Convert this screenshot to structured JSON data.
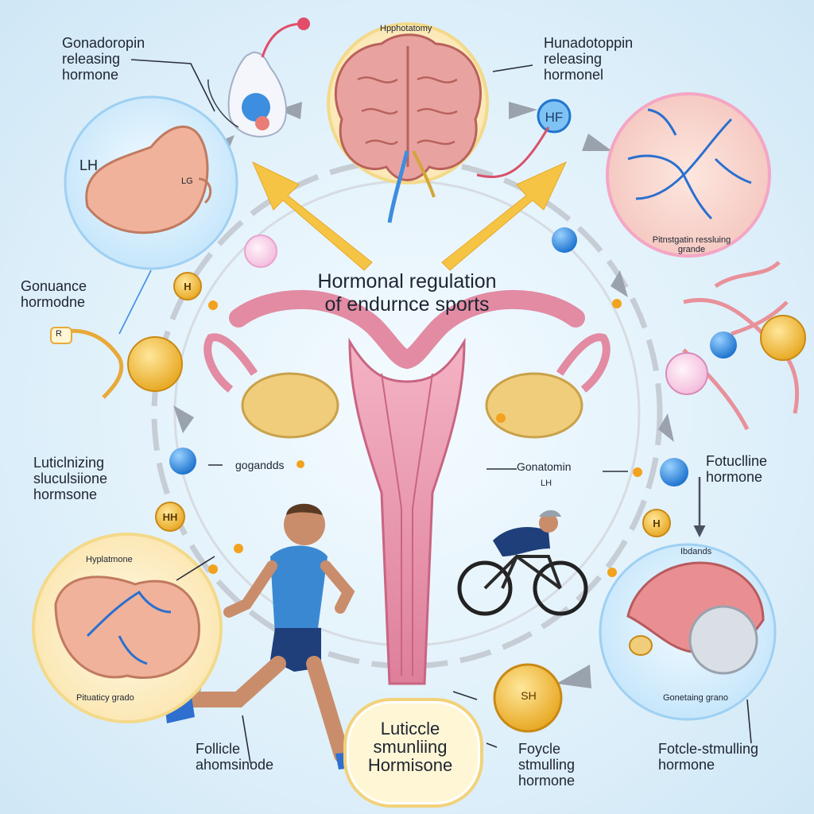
{
  "title": "Hormonal regulation\nof endurnce sports",
  "labels": {
    "top_left_hormone": "Gonadoropin\nreleasing\nhormone",
    "top_right_hormone": "Hunadotoppin\nreleasing\nhormonel",
    "hypothalamus": "Hpphotatomy",
    "lh_gland": "LH",
    "lh_gland_tag": "LG",
    "hf_badge": "HF",
    "pituitary_top_right": "Pitnstgatin ressluing\ngrande",
    "left_gonad_hormone": "Gonuance\nhormodne",
    "luteinizing": "Luticlnizing\nsluculsiione\nhormsone",
    "gonads": "gogandds",
    "gonatomin": "Gonatomin",
    "gonatomin_sub": "LH",
    "follicline": "Fotuclline\nhormone",
    "hypothalamus_left": "Hyplatmone",
    "pituitary_bottom_left": "Pituaticy grado",
    "gonad_bottom_right_tag": "Ibdands",
    "gonad_bottom_right": "Gonetaing grano",
    "follicle_left": "Follicle\nahomsinode",
    "foycle": "Foycle\nstmulling\nhormone",
    "fotcle_stim": "Fotcle-stmulling\nhormone",
    "bottom_center": "Luticcle\nsmunliing\nHormisone",
    "small_r_tag": "R",
    "sh_badge": "SH"
  },
  "badges": {
    "h_left": "H",
    "h_right": "H",
    "hh_left": "HH"
  },
  "colors": {
    "arrow_yellow": "#f6c445",
    "arrow_gray": "#9aa2ad",
    "circle_gray": "#c7cdd5",
    "uterus_pink": "#ec9cb4",
    "ovary_gold": "#f0cd7a",
    "brain_pink": "#e8a3a0",
    "blue_dot": "#2f8ee0",
    "orange_dot": "#f2a21e",
    "bg_light": "#e4f2fb"
  }
}
